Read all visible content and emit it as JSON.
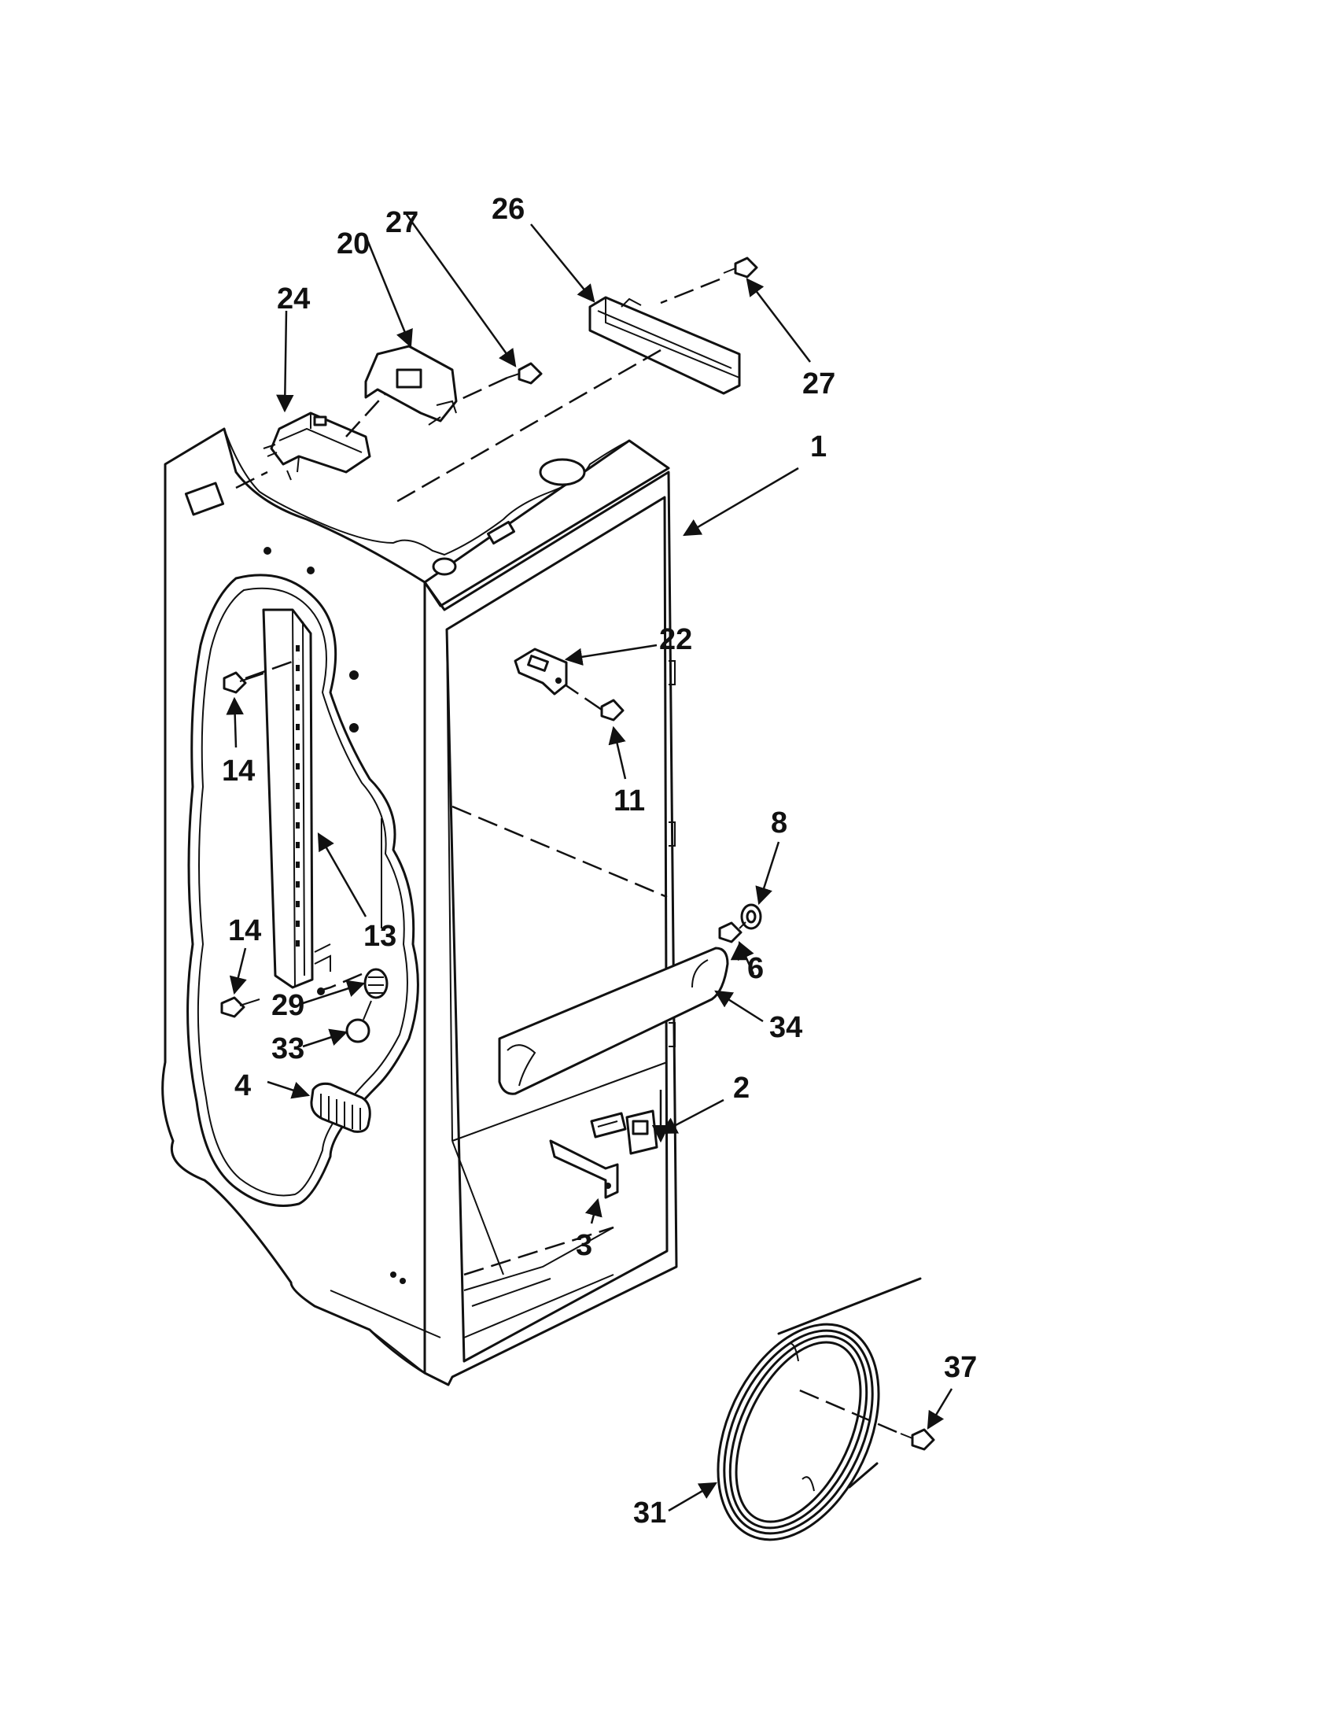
{
  "diagram": {
    "type": "exploded-parts-diagram",
    "colors": {
      "line": "#111111",
      "background": "#ffffff"
    },
    "callouts": {
      "p1": "1",
      "p2": "2",
      "p3": "3",
      "p4": "4",
      "p6": "6",
      "p8": "8",
      "p11": "11",
      "p13": "13",
      "p14a": "14",
      "p14b": "14",
      "p20": "20",
      "p22": "22",
      "p24": "24",
      "p26": "26",
      "p27a": "27",
      "p27b": "27",
      "p29": "29",
      "p31": "31",
      "p33": "33",
      "p34": "34",
      "p37": "37"
    }
  }
}
